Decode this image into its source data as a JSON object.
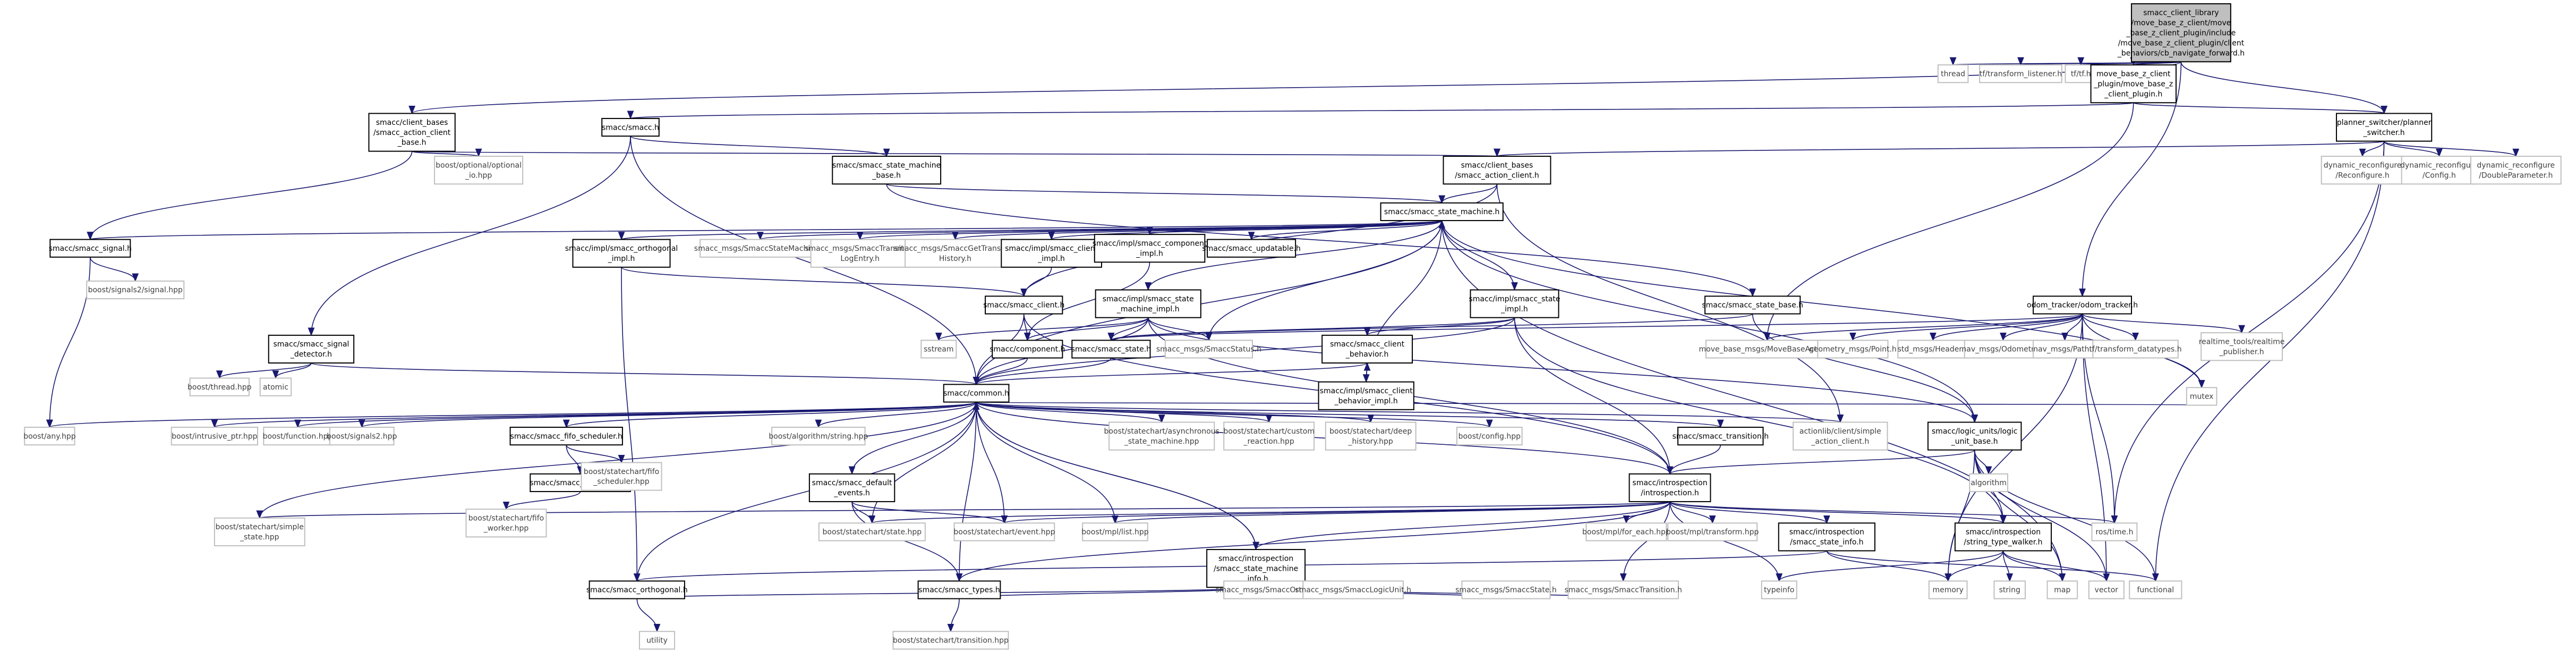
{
  "colors": {
    "node_border": "#000000",
    "external_node_border": "#bfbfbf",
    "root_fill": "#bfbfbf",
    "edge": "#191970"
  },
  "nodes": {
    "root": [
      "smacc_client_library",
      "/move_base_z_client/move",
      "_base_z_client_plugin/include",
      "/move_base_z_client_plugin/client",
      "_behaviors/cb_navigate_forward.h"
    ],
    "thread": [
      "thread"
    ],
    "tf_listener": [
      "tf/transform_listener.h"
    ],
    "tf": [
      "tf/tf.h"
    ],
    "mbz_plugin": [
      "move_base_z_client",
      "_plugin/move_base_z",
      "_client_plugin.h"
    ],
    "action_client_base": [
      "smacc/client_bases",
      "/smacc_action_client",
      "_base.h"
    ],
    "smacc_h": [
      "smacc/smacc.h"
    ],
    "optional_io": [
      "boost/optional/optional",
      "_io.hpp"
    ],
    "sm_base": [
      "smacc/smacc_state_machine",
      "_base.h"
    ],
    "action_client": [
      "smacc/client_bases",
      "/smacc_action_client.h"
    ],
    "planner_switcher": [
      "planner_switcher/planner",
      "_switcher.h"
    ],
    "dyn_reconf": [
      "dynamic_reconfigure",
      "/Reconfigure.h"
    ],
    "dyn_config": [
      "dynamic_reconfigure",
      "/Config.h"
    ],
    "dyn_double": [
      "dynamic_reconfigure",
      "/DoubleParameter.h"
    ],
    "state_machine": [
      "smacc/smacc_state_machine.h"
    ],
    "signal": [
      "smacc/smacc_signal.h"
    ],
    "signals2_signal": [
      "boost/signals2/signal.hpp"
    ],
    "orth_impl": [
      "smacc/impl/smacc_orthogonal",
      "_impl.h"
    ],
    "msg_sm": [
      "smacc_msgs/SmaccStateMachine.h"
    ],
    "msg_tlog": [
      "smacc_msgs/SmaccTransition",
      "LogEntry.h"
    ],
    "msg_gthist": [
      "smacc_msgs/SmaccGetTransition",
      "History.h"
    ],
    "client_impl": [
      "smacc/impl/smacc_client",
      "_impl.h"
    ],
    "component_impl": [
      "smacc/impl/smacc_component",
      "_impl.h"
    ],
    "updatable": [
      "smacc/smacc_updatable.h"
    ],
    "client_h": [
      "smacc/smacc_client.h"
    ],
    "sm_impl": [
      "smacc/impl/smacc_state",
      "_machine_impl.h"
    ],
    "state_impl": [
      "smacc/impl/smacc_state",
      "_impl.h"
    ],
    "state_base": [
      "smacc/smacc_state_base.h"
    ],
    "odom_tracker": [
      "odom_tracker/odom_tracker.h"
    ],
    "signal_detector": [
      "smacc/smacc_signal",
      "_detector.h"
    ],
    "component": [
      "smacc/component.h"
    ],
    "sstream": [
      "sstream"
    ],
    "state_h": [
      "smacc/smacc_state.h"
    ],
    "msg_status": [
      "smacc_msgs/SmaccStatus.h"
    ],
    "client_behavior": [
      "smacc/smacc_client",
      "_behavior.h"
    ],
    "mb_action": [
      "move_base_msgs/MoveBaseAction.h"
    ],
    "geo_point": [
      "geometry_msgs/Point.h"
    ],
    "std_header": [
      "std_msgs/Header.h"
    ],
    "nav_odom": [
      "nav_msgs/Odometry.h"
    ],
    "nav_path": [
      "nav_msgs/Path.h"
    ],
    "tf_datatypes": [
      "tf/transform_datatypes.h"
    ],
    "rt_publisher": [
      "realtime_tools/realtime",
      "_publisher.h"
    ],
    "boost_thread": [
      "boost/thread.hpp"
    ],
    "atomic": [
      "atomic"
    ],
    "common": [
      "smacc/common.h"
    ],
    "cb_impl": [
      "smacc/impl/smacc_client",
      "_behavior_impl.h"
    ],
    "mutex": [
      "mutex"
    ],
    "boost_any": [
      "boost/any.hpp"
    ],
    "intrusive": [
      "boost/intrusive_ptr.hpp"
    ],
    "boost_function": [
      "boost/function.hpp"
    ],
    "signals2": [
      "boost/signals2.hpp"
    ],
    "fifo_sched": [
      "smacc/smacc_fifo_scheduler.h"
    ],
    "algo_string": [
      "boost/algorithm/string.hpp"
    ],
    "async_sm": [
      "boost/statechart/asynchronous",
      "_state_machine.hpp"
    ],
    "custom_reaction": [
      "boost/statechart/custom",
      "_reaction.hpp"
    ],
    "deep_history": [
      "boost/statechart/deep",
      "_history.hpp"
    ],
    "boost_config": [
      "boost/config.hpp"
    ],
    "transition_h": [
      "smacc/smacc_transition.h"
    ],
    "simple_action_client": [
      "actionlib/client/simple",
      "_action_client.h"
    ],
    "logic_unit": [
      "smacc/logic_units/logic",
      "_unit_base.h"
    ],
    "fifo_worker": [
      "smacc/smacc_fifo_worker.h"
    ],
    "fifo_sched_hpp": [
      "boost/statechart/fifo",
      "_scheduler.hpp"
    ],
    "default_events": [
      "smacc/smacc_default",
      "_events.h"
    ],
    "introspection": [
      "smacc/introspection",
      "/introspection.h"
    ],
    "algorithm": [
      "algorithm"
    ],
    "fifo_worker_hpp": [
      "boost/statechart/fifo",
      "_worker.hpp"
    ],
    "simple_state": [
      "boost/statechart/simple",
      "_state.hpp"
    ],
    "sc_state": [
      "boost/statechart/state.hpp"
    ],
    "sc_event": [
      "boost/statechart/event.hpp"
    ],
    "mpl_list": [
      "boost/mpl/list.hpp"
    ],
    "mpl_foreach": [
      "boost/mpl/for_each.hpp"
    ],
    "mpl_transform": [
      "boost/mpl/transform.hpp"
    ],
    "sm_info": [
      "smacc/introspection",
      "/smacc_state_machine",
      "_info.h"
    ],
    "state_info": [
      "smacc/introspection",
      "/smacc_state_info.h"
    ],
    "type_walker": [
      "smacc/introspection",
      "/string_type_walker.h"
    ],
    "rostime": [
      "ros/time.h"
    ],
    "orthogonal": [
      "smacc/smacc_orthogonal.h"
    ],
    "types": [
      "smacc/smacc_types.h"
    ],
    "msg_orth": [
      "smacc_msgs/SmaccOrthogonal.h"
    ],
    "msg_logic": [
      "smacc_msgs/SmaccLogicUnit.h"
    ],
    "msg_state": [
      "smacc_msgs/SmaccState.h"
    ],
    "msg_transition": [
      "smacc_msgs/SmaccTransition.h"
    ],
    "typeinfo": [
      "typeinfo"
    ],
    "memory": [
      "memory"
    ],
    "string": [
      "string"
    ],
    "map": [
      "map"
    ],
    "vector": [
      "vector"
    ],
    "functional": [
      "functional"
    ],
    "utility": [
      "utility"
    ],
    "sc_transition": [
      "boost/statechart/transition.hpp"
    ]
  }
}
